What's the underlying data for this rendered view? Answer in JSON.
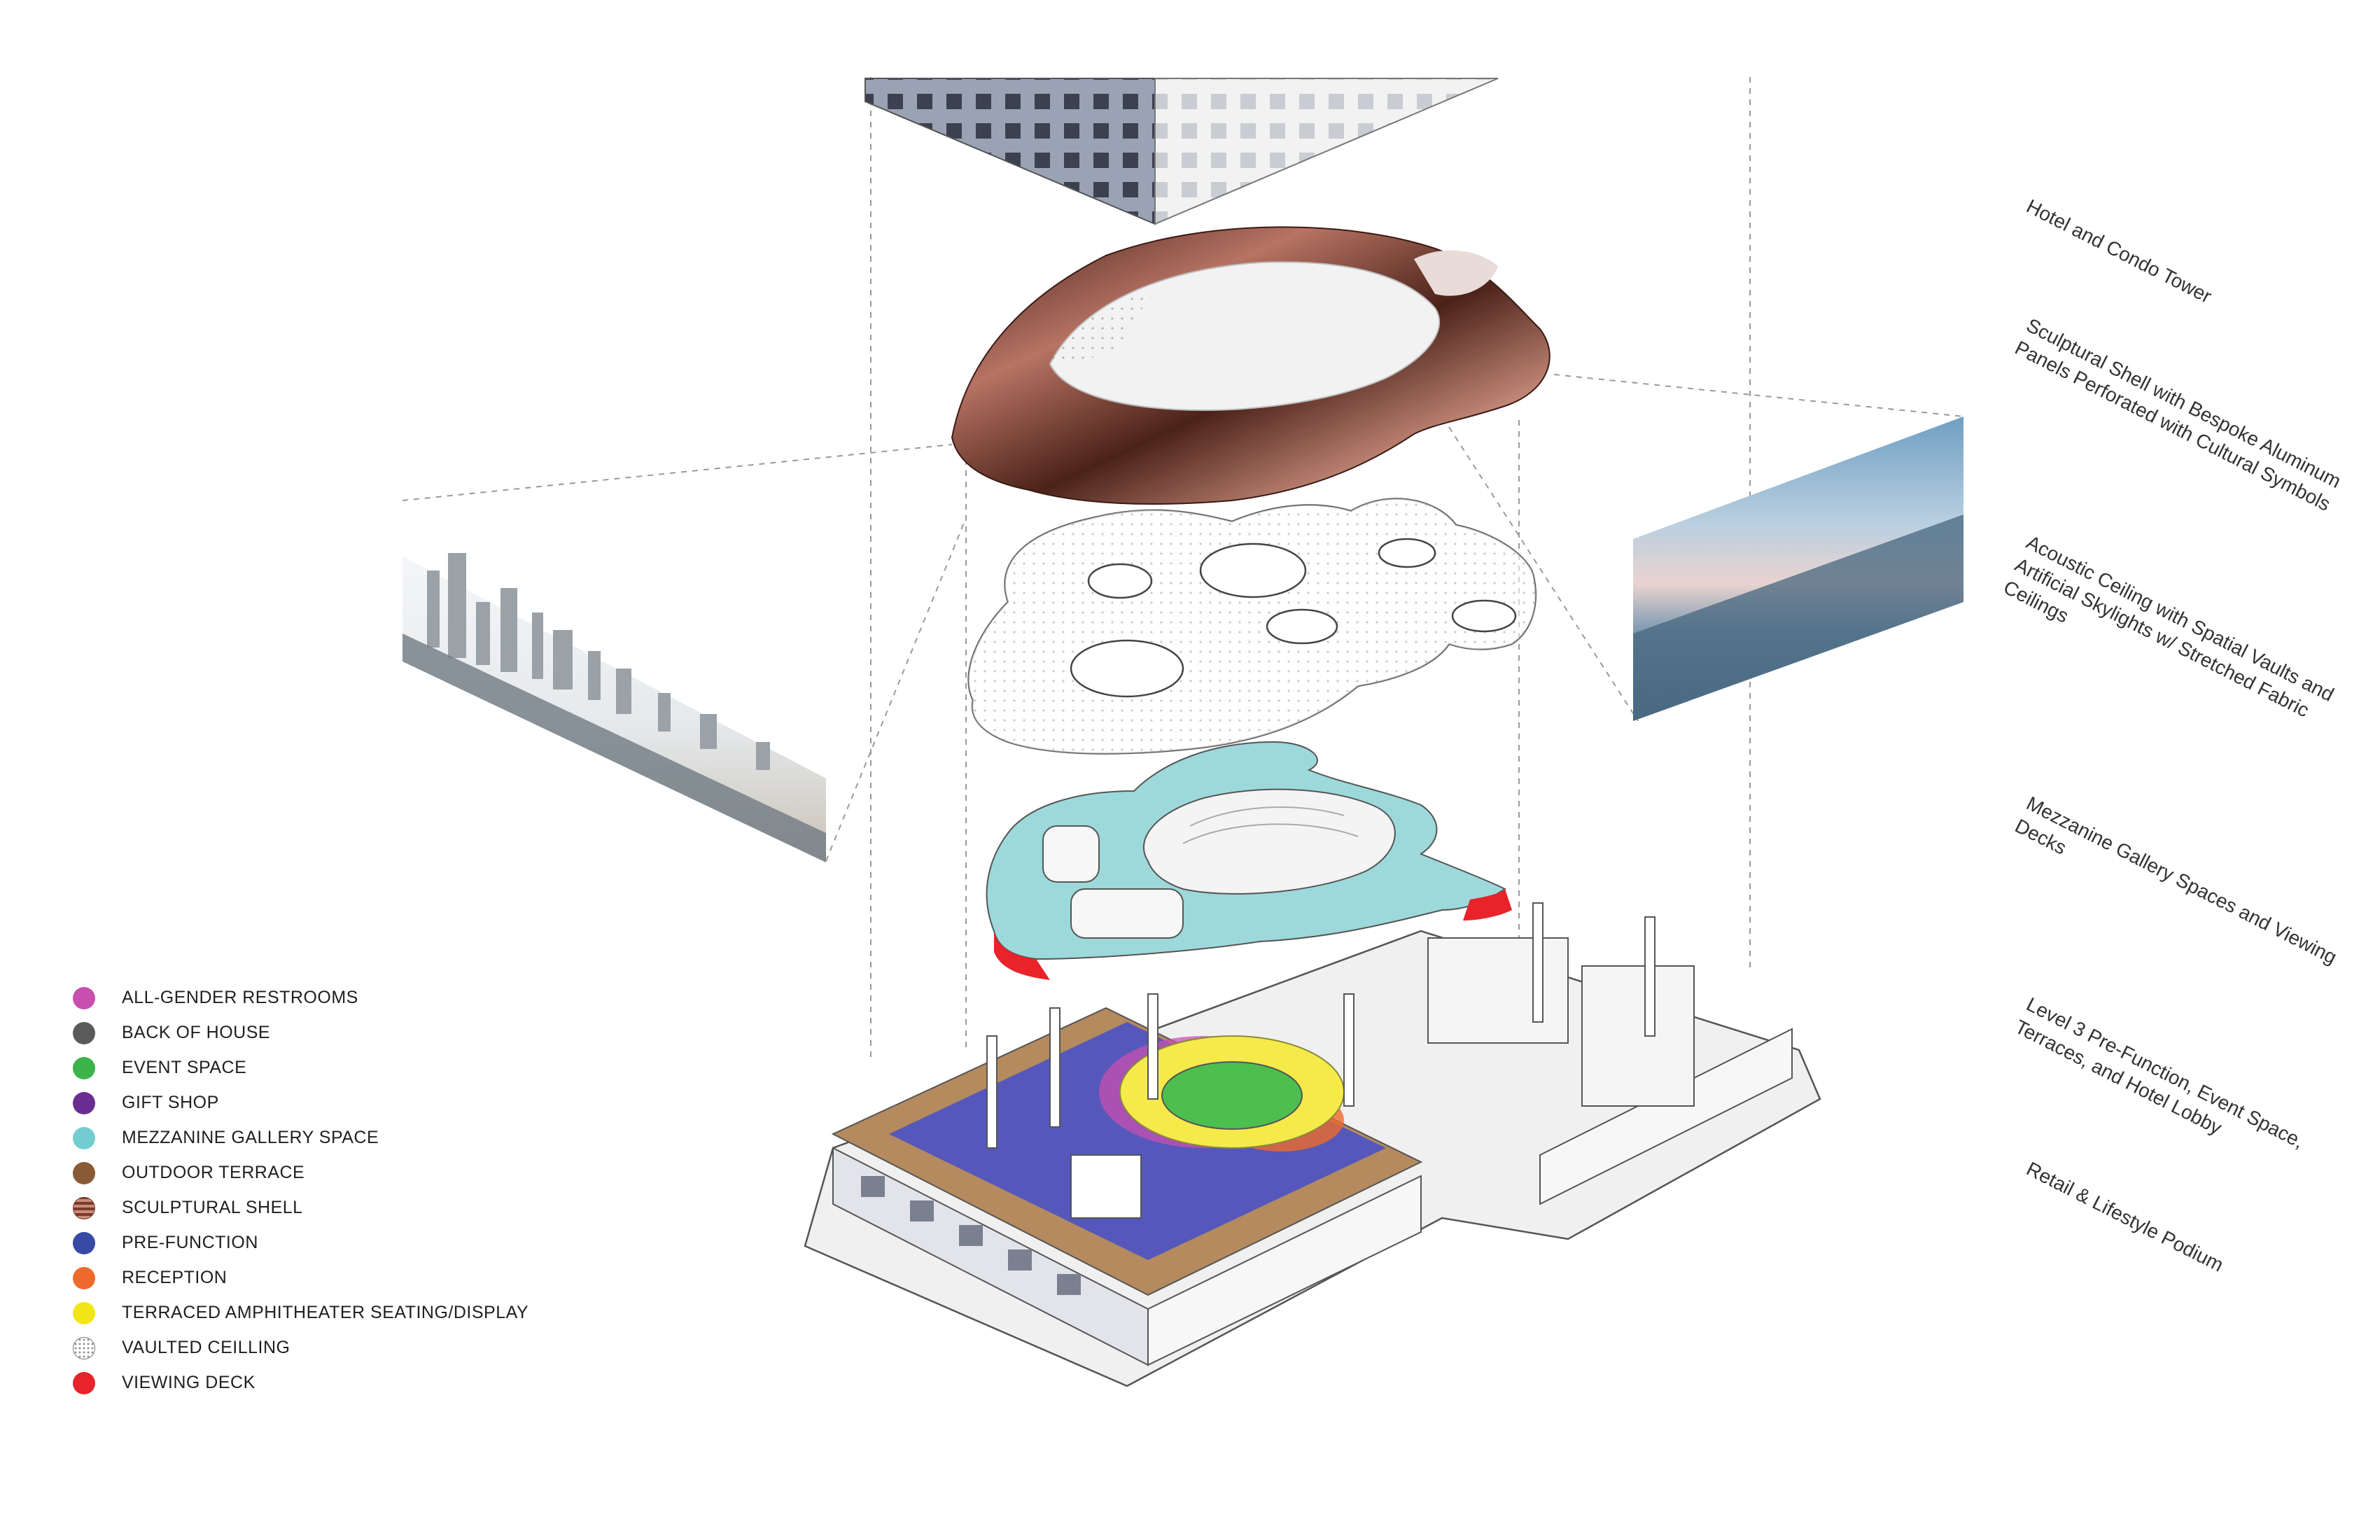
{
  "legend": {
    "items": [
      {
        "label": "ALL-GENDER RESTROOMS",
        "color": "#c84fb0",
        "icon": "solid-circle"
      },
      {
        "label": "BACK OF HOUSE",
        "color": "#5a5a5a",
        "icon": "solid-circle"
      },
      {
        "label": "EVENT SPACE",
        "color": "#3cb44a",
        "icon": "solid-circle"
      },
      {
        "label": "GIFT SHOP",
        "color": "#6a2d91",
        "icon": "solid-circle"
      },
      {
        "label": "MEZZANINE GALLERY SPACE",
        "color": "#72cdd0",
        "icon": "solid-circle"
      },
      {
        "label": "OUTDOOR TERRACE",
        "color": "#8a5a36",
        "icon": "solid-circle"
      },
      {
        "label": "SCULPTURAL SHELL",
        "color": "#9a5a4a",
        "icon": "striped-copper-circle"
      },
      {
        "label": "PRE-FUNCTION",
        "color": "#3949a6",
        "icon": "solid-circle"
      },
      {
        "label": "RECEPTION",
        "color": "#ee6a2c",
        "icon": "solid-circle"
      },
      {
        "label": "TERRACED AMPHITHEATER SEATING/DISPLAY",
        "color": "#f2e619",
        "icon": "solid-circle"
      },
      {
        "label": "VAULTED CEILLING",
        "color": "#ffffff",
        "icon": "dotted-circle"
      },
      {
        "label": "VIEWING DECK",
        "color": "#e8232a",
        "icon": "solid-circle"
      }
    ]
  },
  "layer_labels": [
    {
      "lines": [
        "Hotel and Condo Tower"
      ]
    },
    {
      "lines": [
        "Sculptural Shell with Bespoke Aluminum",
        "Panels Perforated with Cultural Symbols"
      ]
    },
    {
      "lines": [
        "Acoustic Ceiling with Spatial Vaults and",
        "Artificial Skylights w/ Stretched Fabric",
        "Ceilings"
      ]
    },
    {
      "lines": [
        "Mezzanine Gallery Spaces and Viewing",
        "Decks"
      ]
    },
    {
      "lines": [
        "Level 3 Pre-Function, Event Space,",
        "Terraces, and Hotel Lobby"
      ]
    },
    {
      "lines": [
        "Retail & Lifestyle Podium"
      ]
    }
  ],
  "colors": {
    "copper": "#8e4a3c",
    "mezzanine": "#8fd6d8",
    "prefunction": "#4a52c4",
    "amphitheater": "#f5ea4a",
    "event": "#4cbf4f",
    "terrace": "#b48a5e",
    "viewing": "#e8232a"
  }
}
